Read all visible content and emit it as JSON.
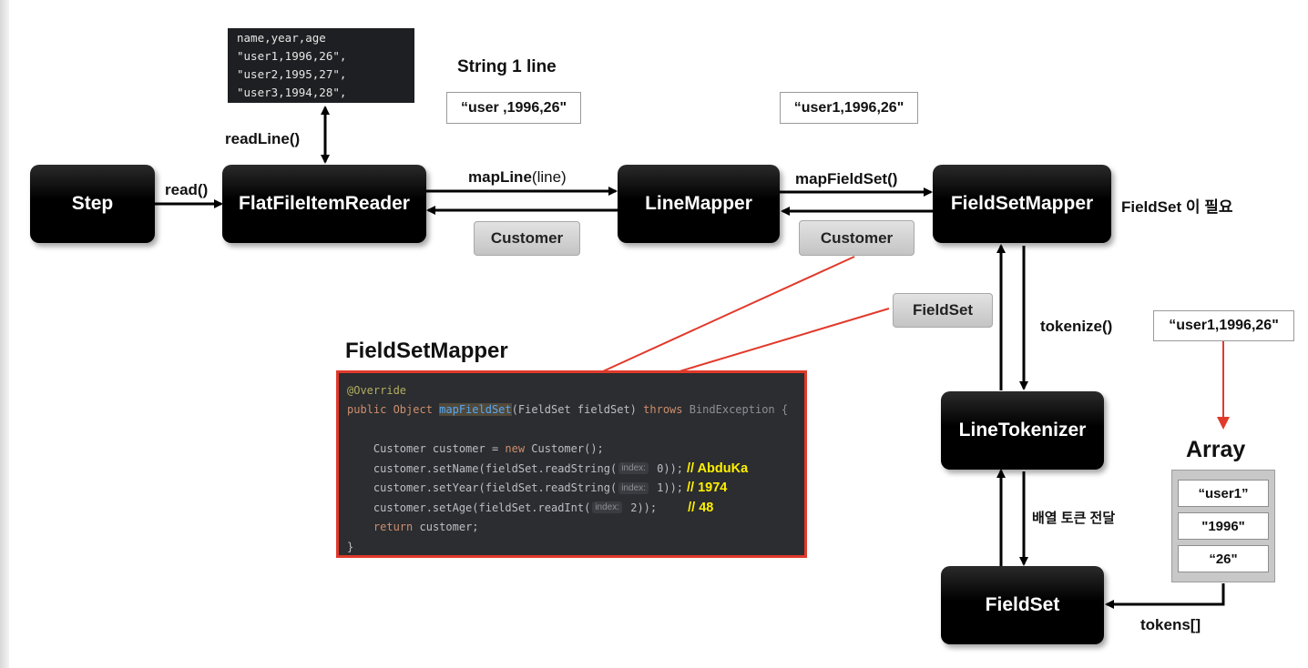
{
  "nodes": {
    "step": "Step",
    "reader": "FlatFileItemReader",
    "line_mapper": "LineMapper",
    "fieldset_mapper": "FieldSetMapper",
    "line_tokenizer": "LineTokenizer",
    "fieldset": "FieldSet"
  },
  "labels": {
    "read": "read()",
    "read_line": "readLine()",
    "map_line_bold": "mapLine",
    "map_line_paren": "(line)",
    "map_fieldset": "mapFieldSet()",
    "fieldset_needed": "FieldSet 이 필요",
    "tokenize": "tokenize()",
    "array_token": "배열 토큰 전달",
    "tokens": "tokens[]",
    "string_one_line": "String 1 line",
    "fieldset_mapper_title": "FieldSetMapper",
    "array_title": "Array"
  },
  "grey_tags": {
    "customer_1": "Customer",
    "customer_2": "Customer",
    "fieldset": "FieldSet"
  },
  "string_boxes": {
    "s1": "“user ,1996,26\"",
    "s2": "“user1,1996,26\"",
    "s3": "“user1,1996,26\""
  },
  "csv_lines": [
    "name,year,age",
    "\"user1,1996,26\",",
    "\"user2,1995,27\",",
    "\"user3,1994,28\","
  ],
  "code": {
    "l1": "@Override",
    "l2_a": "public Object ",
    "l2_method": "mapFieldSet",
    "l2_b": "(FieldSet fieldSet) ",
    "l2_throws": "throws",
    "l2_c": " BindException {",
    "l3": "",
    "l4_a": "    Customer customer = ",
    "l4_new": "new",
    "l4_b": " Customer();",
    "l5_a": "    customer.setName(fieldSet.readString(",
    "l5_hint": "index:",
    "l5_b": " 0));",
    "l5_ann": "// AbduKa",
    "l6_a": "    customer.setYear(fieldSet.readString(",
    "l6_hint": "index:",
    "l6_b": " 1));",
    "l6_ann": "// 1974",
    "l7_a": "    customer.setAge(fieldSet.readInt(",
    "l7_hint": "index:",
    "l7_b": " 2));",
    "l7_ann": "// 48",
    "l8_return": "return",
    "l8_b": " customer;",
    "l9": "}"
  },
  "array_cells": [
    "“user1”",
    "\"1996\"",
    "“26\""
  ],
  "colors": {
    "node_bg": "#000000",
    "red_arrow": "#e03a2c",
    "annotation": "#fff000"
  }
}
